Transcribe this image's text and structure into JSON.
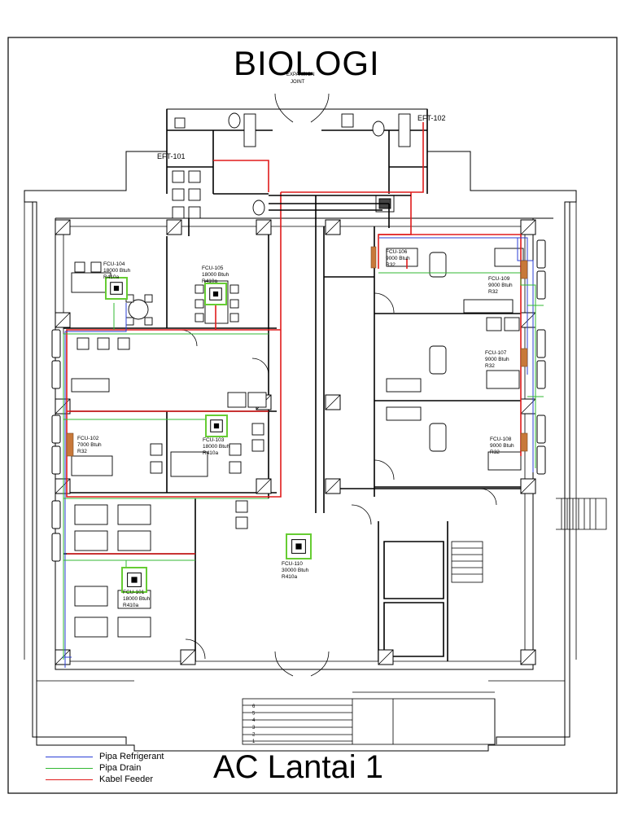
{
  "title": "BIOLOGI",
  "subtitle": "AC Lantai 1",
  "colors": {
    "refrigerant": "#2b3fd6",
    "drain": "#33b833",
    "feeder": "#e01b1b",
    "wall": "#000000",
    "hatch": "#333333",
    "unit_green": "#66cc33",
    "pump": "#c8783a"
  },
  "legend": [
    {
      "label": "Pipa Refrigerant",
      "color": "#2b3fd6"
    },
    {
      "label": "Pipa Drain",
      "color": "#33b833"
    },
    {
      "label": "Kabel Feeder",
      "color": "#e01b1b"
    }
  ],
  "panels": {
    "eft_101": "EFT-101",
    "eft_102": "EFT-102"
  },
  "expansion_joint": {
    "line1": "EXPANSION",
    "line2": "JOINT"
  },
  "units": [
    {
      "id": "FCU-104",
      "capacity": "18000 Btuh",
      "refrigerant": "R410a"
    },
    {
      "id": "FCU-105",
      "capacity": "18000 Btuh",
      "refrigerant": "R410a"
    },
    {
      "id": "FCU-106",
      "capacity": "9000 Btuh",
      "refrigerant": "R32"
    },
    {
      "id": "FCU-109",
      "capacity": "9000 Btuh",
      "refrigerant": "R32"
    },
    {
      "id": "FCU-107",
      "capacity": "9000 Btuh",
      "refrigerant": "R32"
    },
    {
      "id": "FCU-102",
      "capacity": "7000 Btuh",
      "refrigerant": "R32"
    },
    {
      "id": "FCU-103",
      "capacity": "18000 Btuh",
      "refrigerant": "R410a"
    },
    {
      "id": "FCU-108",
      "capacity": "9000 Btuh",
      "refrigerant": "R32"
    },
    {
      "id": "FCU-110",
      "capacity": "30000 Btuh",
      "refrigerant": "R410a"
    },
    {
      "id": "FCU-101",
      "capacity": "18000 Btuh",
      "refrigerant": "R410a"
    }
  ],
  "stair_steps": [
    "1",
    "2",
    "3",
    "4",
    "5",
    "6"
  ]
}
